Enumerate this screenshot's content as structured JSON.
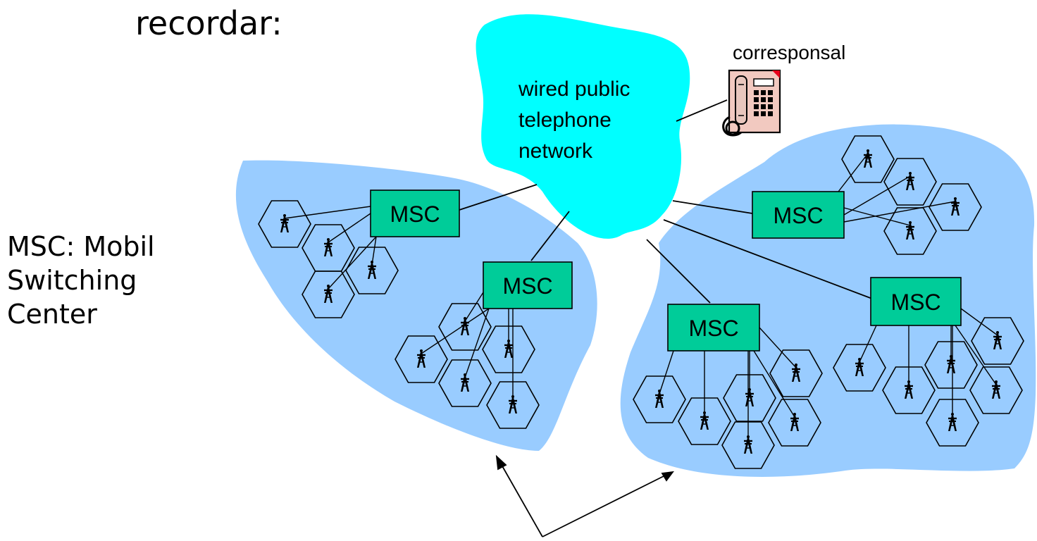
{
  "heading": "recordar:",
  "legend": {
    "lines": [
      "MSC: Mobil",
      "Switching",
      "Center"
    ]
  },
  "network": {
    "label_lines": [
      "wired public",
      "telephone",
      "network"
    ],
    "color": "#00ffff"
  },
  "correspondent": {
    "label": "corresponsal",
    "icon": "telephone-icon"
  },
  "msc_label": "MSC",
  "colors": {
    "region": "#99ccff",
    "msc": "#00cc99",
    "cell_outline": "#000000"
  }
}
